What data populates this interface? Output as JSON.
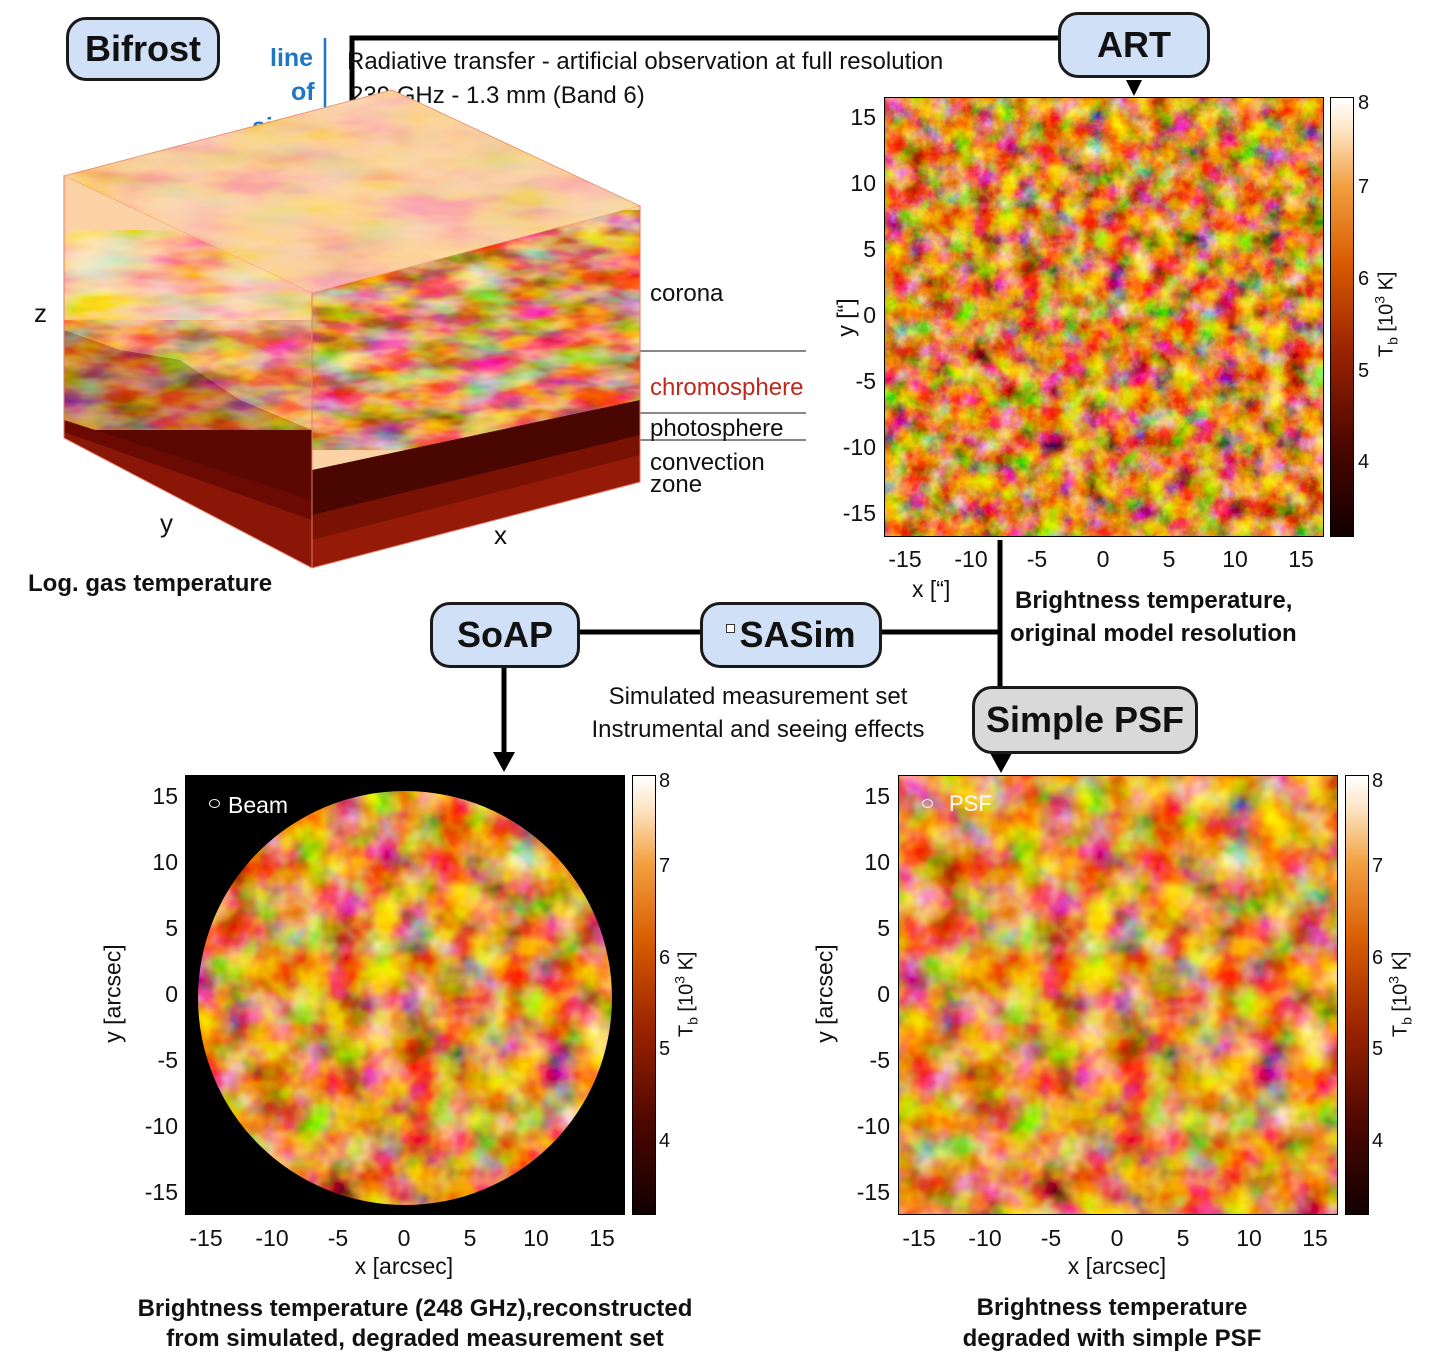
{
  "boxes": {
    "bifrost": "Bifrost",
    "art": "ART",
    "soap": "SoAP",
    "sasim": "SASim",
    "simple_psf": "Simple PSF"
  },
  "line_of_sight": [
    "line",
    "of",
    "sight"
  ],
  "radiative": {
    "line1": "Radiative transfer - artificial observation at full resolution",
    "line2": "239 GHz - 1.3 mm (Band 6)"
  },
  "cube": {
    "axis_z": "z",
    "axis_y": "y",
    "axis_x": "x",
    "caption": "Log. gas temperature",
    "layers": {
      "corona": "corona",
      "chromosphere": "chromosphere",
      "photosphere": "photosphere",
      "convection1": "convection",
      "convection2": "zone"
    }
  },
  "sasim_note": {
    "line1": "Simulated measurement set",
    "line2": "Instrumental and seeing effects"
  },
  "ticks": [
    "-15",
    "-10",
    "-5",
    "0",
    "5",
    "10",
    "15"
  ],
  "ticks_y": [
    "15",
    "10",
    "5",
    "0",
    "-5",
    "-10",
    "-15"
  ],
  "colorbar_ticks": [
    "8",
    "7",
    "6",
    "5",
    "4"
  ],
  "colorbar_label": "T_b [10^3 K]",
  "panels": {
    "top": {
      "xlabel": "x [“]",
      "ylabel": "y [“]",
      "caption1": "Brightness temperature,",
      "caption2": "original model resolution"
    },
    "bottom_left": {
      "inset": "Beam",
      "xlabel": "x [arcsec]",
      "ylabel": "y [arcsec]",
      "caption1": "Brightness temperature (248 GHz),reconstructed",
      "caption2": "from simulated, degraded measurement set"
    },
    "bottom_right": {
      "inset": "PSF",
      "xlabel": "x [arcsec]",
      "ylabel": "y [arcsec]",
      "caption1": "Brightness temperature",
      "caption2": "degraded with simple PSF"
    }
  },
  "colors": {
    "box_blue": "#cfe0f7",
    "box_gray": "#d9d9d9",
    "los_blue": "#1f77c4",
    "chromosphere_red": "#c0281c"
  }
}
